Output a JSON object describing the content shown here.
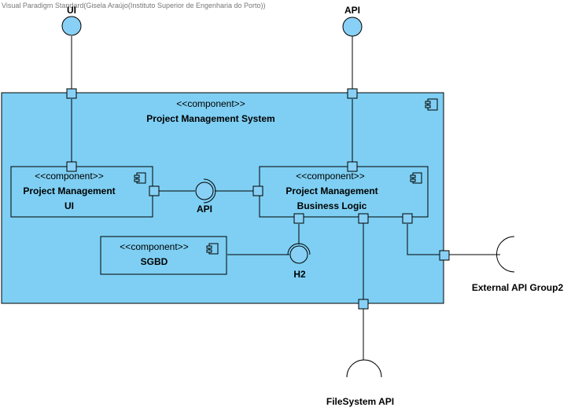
{
  "watermark": "Visual Paradigm Standard(Gisela Araújo(Instituto Superior de Engenharia do Porto))",
  "colors": {
    "component_fill": "#7ecff3",
    "interface_fill": "#88d0f5",
    "stroke": "#000000"
  },
  "external_interfaces": {
    "ui": {
      "label": "UI",
      "kind": "provided"
    },
    "api": {
      "label": "API",
      "kind": "provided"
    },
    "external_api": {
      "label": "External API Group2",
      "kind": "required"
    },
    "filesystem_api": {
      "label": "FileSystem API",
      "kind": "required"
    }
  },
  "system": {
    "stereotype": "<<component>>",
    "name": "Project Management System",
    "icon": "component-icon"
  },
  "components": {
    "ui": {
      "stereotype": "<<component>>",
      "name_line1": "Project Management",
      "name_line2": "UI",
      "icon": "component-icon"
    },
    "business_logic": {
      "stereotype": "<<component>>",
      "name_line1": "Project Management",
      "name_line2": "Business Logic",
      "icon": "component-icon"
    },
    "sgbd": {
      "stereotype": "<<component>>",
      "name": "SGBD",
      "icon": "component-icon"
    }
  },
  "internal_interfaces": {
    "api": {
      "label": "API",
      "kind": "ball-and-socket"
    },
    "h2": {
      "label": "H2",
      "kind": "ball-and-socket"
    }
  }
}
